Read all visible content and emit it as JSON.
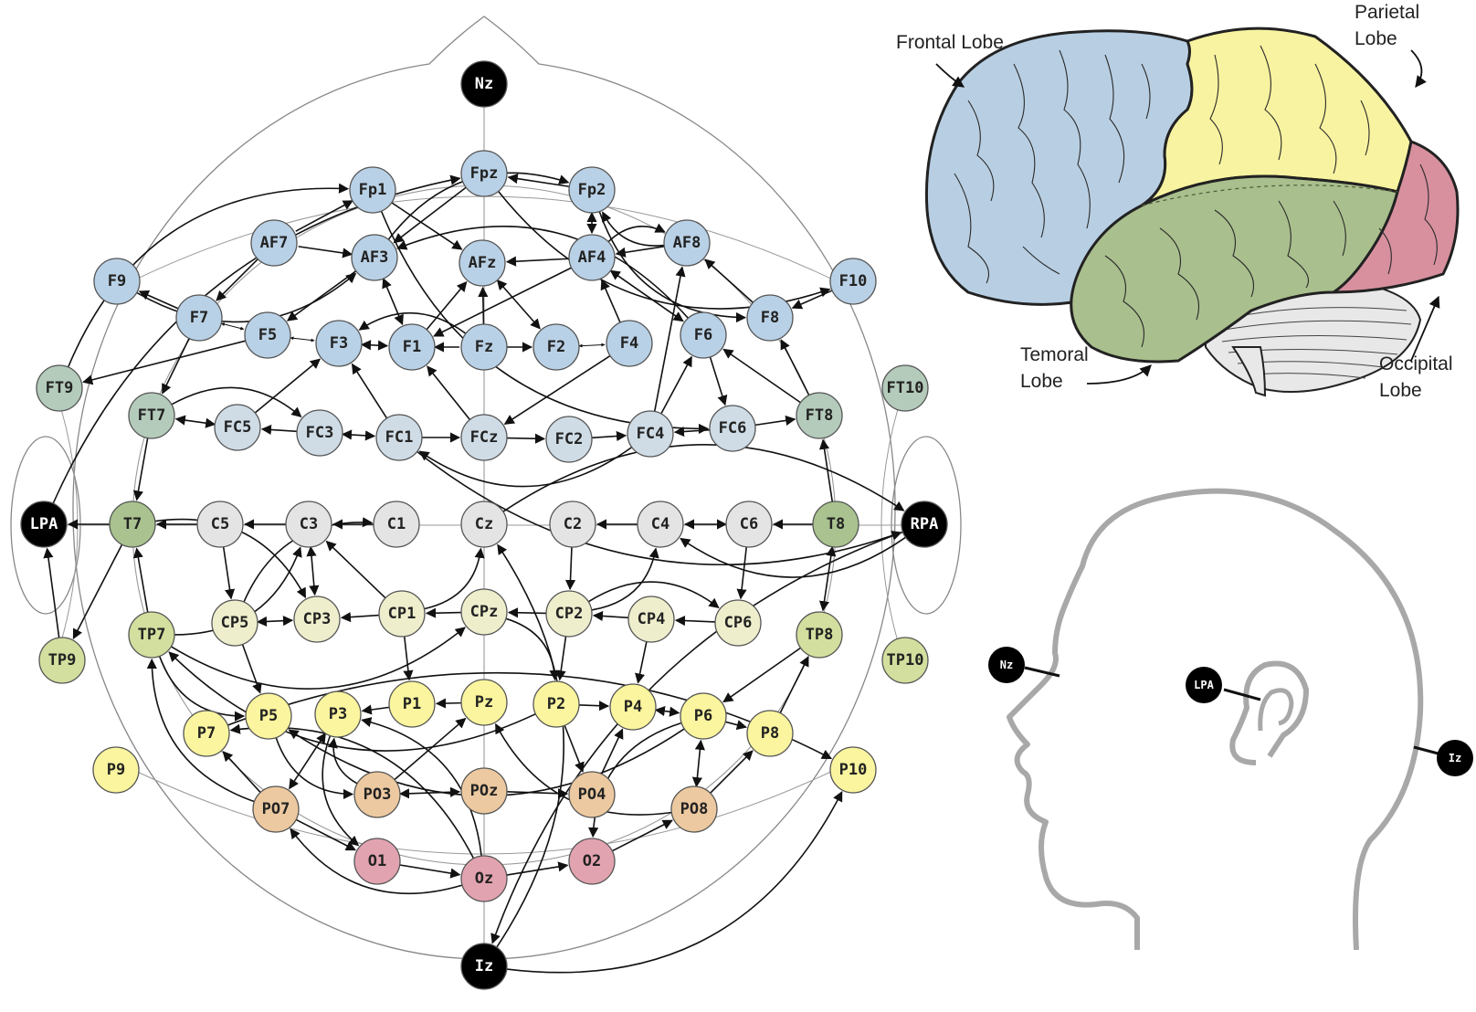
{
  "colors": {
    "frontal": "#b9d1e6",
    "frontal_central": "#cfdce6",
    "temporal": "#b4cbbb",
    "temporal_central": "#a9c28f",
    "central": "#e4e4e4",
    "centro_parietal": "#eeeecd",
    "parietal_temporal": "#d2df9e",
    "parietal": "#faf59e",
    "parieto_occipital": "#ecc9a0",
    "occipital": "#e2a3b0",
    "fiducial": "#000000",
    "brain_frontal": "#b8cfe3",
    "brain_parietal": "#f8f3a0",
    "brain_temporal": "#a9bf8d",
    "brain_occipital": "#d8909e",
    "brain_cerebellum": "#e8e8e8",
    "head_outline": "#a8a8a8"
  },
  "electrodes": [
    {
      "label": "Nz",
      "group": "fiducial"
    },
    {
      "label": "Fpz",
      "group": "frontal"
    },
    {
      "label": "Fp1",
      "group": "frontal"
    },
    {
      "label": "Fp2",
      "group": "frontal"
    },
    {
      "label": "AF7",
      "group": "frontal"
    },
    {
      "label": "AF3",
      "group": "frontal"
    },
    {
      "label": "AFz",
      "group": "frontal"
    },
    {
      "label": "AF4",
      "group": "frontal"
    },
    {
      "label": "AF8",
      "group": "frontal"
    },
    {
      "label": "F9",
      "group": "frontal"
    },
    {
      "label": "F7",
      "group": "frontal"
    },
    {
      "label": "F5",
      "group": "frontal"
    },
    {
      "label": "F3",
      "group": "frontal"
    },
    {
      "label": "F1",
      "group": "frontal"
    },
    {
      "label": "Fz",
      "group": "frontal"
    },
    {
      "label": "F2",
      "group": "frontal"
    },
    {
      "label": "F4",
      "group": "frontal"
    },
    {
      "label": "F6",
      "group": "frontal"
    },
    {
      "label": "F8",
      "group": "frontal"
    },
    {
      "label": "F10",
      "group": "frontal"
    },
    {
      "label": "FT9",
      "group": "temporal"
    },
    {
      "label": "FT7",
      "group": "temporal"
    },
    {
      "label": "FC5",
      "group": "frontal_central"
    },
    {
      "label": "FC3",
      "group": "frontal_central"
    },
    {
      "label": "FC1",
      "group": "frontal_central"
    },
    {
      "label": "FCz",
      "group": "frontal_central"
    },
    {
      "label": "FC2",
      "group": "frontal_central"
    },
    {
      "label": "FC4",
      "group": "frontal_central"
    },
    {
      "label": "FC6",
      "group": "frontal_central"
    },
    {
      "label": "FT8",
      "group": "temporal"
    },
    {
      "label": "FT10",
      "group": "temporal"
    },
    {
      "label": "LPA",
      "group": "fiducial"
    },
    {
      "label": "T7",
      "group": "temporal_central"
    },
    {
      "label": "C5",
      "group": "central"
    },
    {
      "label": "C3",
      "group": "central"
    },
    {
      "label": "C1",
      "group": "central"
    },
    {
      "label": "Cz",
      "group": "central"
    },
    {
      "label": "C2",
      "group": "central"
    },
    {
      "label": "C4",
      "group": "central"
    },
    {
      "label": "C6",
      "group": "central"
    },
    {
      "label": "T8",
      "group": "temporal_central"
    },
    {
      "label": "RPA",
      "group": "fiducial"
    },
    {
      "label": "TP9",
      "group": "parietal_temporal"
    },
    {
      "label": "TP7",
      "group": "parietal_temporal"
    },
    {
      "label": "CP5",
      "group": "centro_parietal"
    },
    {
      "label": "CP3",
      "group": "centro_parietal"
    },
    {
      "label": "CP1",
      "group": "centro_parietal"
    },
    {
      "label": "CPz",
      "group": "centro_parietal"
    },
    {
      "label": "CP2",
      "group": "centro_parietal"
    },
    {
      "label": "CP4",
      "group": "centro_parietal"
    },
    {
      "label": "CP6",
      "group": "centro_parietal"
    },
    {
      "label": "TP8",
      "group": "parietal_temporal"
    },
    {
      "label": "TP10",
      "group": "parietal_temporal"
    },
    {
      "label": "P9",
      "group": "parietal"
    },
    {
      "label": "P7",
      "group": "parietal"
    },
    {
      "label": "P5",
      "group": "parietal"
    },
    {
      "label": "P3",
      "group": "parietal"
    },
    {
      "label": "P1",
      "group": "parietal"
    },
    {
      "label": "Pz",
      "group": "parietal"
    },
    {
      "label": "P2",
      "group": "parietal"
    },
    {
      "label": "P4",
      "group": "parietal"
    },
    {
      "label": "P6",
      "group": "parietal"
    },
    {
      "label": "P8",
      "group": "parietal"
    },
    {
      "label": "P10",
      "group": "parietal"
    },
    {
      "label": "PO7",
      "group": "parieto_occipital"
    },
    {
      "label": "PO3",
      "group": "parieto_occipital"
    },
    {
      "label": "POz",
      "group": "parieto_occipital"
    },
    {
      "label": "PO4",
      "group": "parieto_occipital"
    },
    {
      "label": "PO8",
      "group": "parieto_occipital"
    },
    {
      "label": "O1",
      "group": "occipital"
    },
    {
      "label": "Oz",
      "group": "occipital"
    },
    {
      "label": "O2",
      "group": "occipital"
    },
    {
      "label": "Iz",
      "group": "fiducial"
    }
  ],
  "connections": [
    {
      "from": "F7",
      "to": "F5",
      "style": "double-small"
    },
    {
      "from": "F5",
      "to": "F3",
      "style": "double-small"
    },
    {
      "from": "F3",
      "to": "F1",
      "style": "double"
    },
    {
      "from": "F1",
      "to": "Fz",
      "style": "back"
    },
    {
      "from": "Fz",
      "to": "F2",
      "style": "single"
    },
    {
      "from": "F2",
      "to": "F4",
      "style": "double-small"
    },
    {
      "from": "AF3",
      "to": "F1",
      "style": "double"
    },
    {
      "from": "AF3",
      "to": "F5",
      "style": "single"
    },
    {
      "from": "AF3",
      "to": "AF7",
      "style": "back"
    },
    {
      "from": "AF7",
      "to": "F7",
      "style": "single"
    },
    {
      "from": "F7",
      "to": "F9",
      "style": "single"
    },
    {
      "from": "F7",
      "to": "FT7",
      "style": "single"
    },
    {
      "from": "F5",
      "to": "FT9",
      "style": "single"
    },
    {
      "from": "AF4",
      "to": "AFz",
      "style": "single"
    },
    {
      "from": "AF8",
      "to": "AF4",
      "style": "single"
    },
    {
      "from": "AF4",
      "to": "F1",
      "style": "single"
    },
    {
      "from": "Fp2",
      "to": "AF4",
      "style": "double"
    },
    {
      "from": "Fp2",
      "to": "Fpz",
      "style": "single"
    },
    {
      "from": "Fpz",
      "to": "AF3",
      "style": "single"
    },
    {
      "from": "Fp1",
      "to": "AF7",
      "style": "back"
    },
    {
      "from": "Fp1",
      "to": "AFz",
      "style": "single"
    },
    {
      "from": "AFz",
      "to": "F2",
      "style": "double"
    },
    {
      "from": "Fz",
      "to": "AFz",
      "style": "single"
    },
    {
      "from": "F1",
      "to": "AFz",
      "style": "single"
    },
    {
      "from": "F4",
      "to": "AF4",
      "style": "single"
    },
    {
      "from": "AF4",
      "to": "F6",
      "style": "double"
    },
    {
      "from": "F8",
      "to": "AF8",
      "style": "single"
    },
    {
      "from": "F10",
      "to": "F8",
      "style": "single"
    },
    {
      "from": "F6",
      "to": "FC6",
      "style": "single"
    },
    {
      "from": "FT8",
      "to": "F6",
      "style": "single"
    },
    {
      "from": "FT8",
      "to": "F8",
      "style": "single"
    },
    {
      "from": "FC6",
      "to": "FT8",
      "style": "single"
    },
    {
      "from": "FC4",
      "to": "F6",
      "style": "single"
    },
    {
      "from": "FC6",
      "to": "FC4",
      "style": "single"
    },
    {
      "from": "FC4",
      "to": "AF8",
      "style": "single"
    },
    {
      "from": "FC2",
      "to": "FC4",
      "style": "single"
    },
    {
      "from": "FCz",
      "to": "FC2",
      "style": "single"
    },
    {
      "from": "FC1",
      "to": "FCz",
      "style": "single"
    },
    {
      "from": "FC3",
      "to": "FC1",
      "style": "double"
    },
    {
      "from": "FC3",
      "to": "FC5",
      "style": "single"
    },
    {
      "from": "FC5",
      "to": "FT7",
      "style": "double"
    },
    {
      "from": "FC5",
      "to": "F3",
      "style": "single"
    },
    {
      "from": "FC1",
      "to": "F3",
      "style": "single"
    },
    {
      "from": "FCz",
      "to": "F1",
      "style": "single"
    },
    {
      "from": "F4",
      "to": "FCz",
      "style": "single"
    },
    {
      "from": "T8",
      "to": "C6",
      "style": "single"
    },
    {
      "from": "C6",
      "to": "C4",
      "style": "double"
    },
    {
      "from": "C4",
      "to": "C2",
      "style": "single"
    },
    {
      "from": "C2",
      "to": "CP2",
      "style": "single"
    },
    {
      "from": "C1",
      "to": "C3",
      "style": "single"
    },
    {
      "from": "C3",
      "to": "C5",
      "style": "single"
    },
    {
      "from": "C5",
      "to": "T7",
      "style": "single"
    },
    {
      "from": "T7",
      "to": "LPA",
      "style": "single"
    },
    {
      "from": "FT7",
      "to": "T7",
      "style": "single"
    },
    {
      "from": "C5",
      "to": "CP5",
      "style": "single"
    },
    {
      "from": "C3",
      "to": "CP3",
      "style": "double"
    },
    {
      "from": "CP1",
      "to": "C3",
      "style": "single"
    },
    {
      "from": "CP5",
      "to": "CP3",
      "style": "double"
    },
    {
      "from": "CP1",
      "to": "CP3",
      "style": "single"
    },
    {
      "from": "CPz",
      "to": "CP1",
      "style": "single"
    },
    {
      "from": "CP2",
      "to": "CPz",
      "style": "single"
    },
    {
      "from": "CP4",
      "to": "CP2",
      "style": "single"
    },
    {
      "from": "CP6",
      "to": "CP4",
      "style": "single"
    },
    {
      "from": "C6",
      "to": "CP6",
      "style": "single"
    },
    {
      "from": "T8",
      "to": "TP8",
      "style": "double"
    },
    {
      "from": "T8",
      "to": "FT8",
      "style": "single"
    },
    {
      "from": "CP1",
      "to": "P1",
      "style": "single"
    },
    {
      "from": "CP5",
      "to": "P5",
      "style": "single"
    },
    {
      "from": "CP2",
      "to": "P2",
      "style": "single"
    },
    {
      "from": "CP4",
      "to": "P4",
      "style": "single"
    },
    {
      "from": "P1",
      "to": "P3",
      "style": "single"
    },
    {
      "from": "Pz",
      "to": "P1",
      "style": "single"
    },
    {
      "from": "P2",
      "to": "P4",
      "style": "single"
    },
    {
      "from": "P4",
      "to": "P6",
      "style": "double"
    },
    {
      "from": "P6",
      "to": "P8",
      "style": "single"
    },
    {
      "from": "P8",
      "to": "TP8",
      "style": "single"
    },
    {
      "from": "TP8",
      "to": "P6",
      "style": "single"
    },
    {
      "from": "P2",
      "to": "PO4",
      "style": "single"
    },
    {
      "from": "PO4",
      "to": "P4",
      "style": "single"
    },
    {
      "from": "PO3",
      "to": "POz",
      "style": "double"
    },
    {
      "from": "POz",
      "to": "PO4",
      "style": "single"
    },
    {
      "from": "PO3",
      "to": "Pz",
      "style": "single"
    },
    {
      "from": "P3",
      "to": "PO7",
      "style": "double"
    },
    {
      "from": "PO7",
      "to": "P7",
      "style": "single"
    },
    {
      "from": "PO7",
      "to": "O1",
      "style": "single"
    },
    {
      "from": "O1",
      "to": "Oz",
      "style": "single"
    },
    {
      "from": "Oz",
      "to": "O2",
      "style": "single"
    },
    {
      "from": "O2",
      "to": "PO8",
      "style": "single"
    },
    {
      "from": "PO8",
      "to": "P8",
      "style": "single"
    },
    {
      "from": "PO8",
      "to": "P6",
      "style": "double"
    },
    {
      "from": "TP9",
      "to": "LPA",
      "style": "single"
    },
    {
      "from": "T7",
      "to": "TP9",
      "style": "single"
    },
    {
      "from": "TP7",
      "to": "T7",
      "style": "single"
    },
    {
      "from": "FT9",
      "to": "Fp1",
      "style": "curve"
    },
    {
      "from": "F9",
      "to": "AF3",
      "style": "curve"
    },
    {
      "from": "LPA",
      "to": "Fpz",
      "style": "curve"
    },
    {
      "from": "Fpz",
      "to": "F10",
      "style": "curve"
    },
    {
      "from": "AF8",
      "to": "Fp2",
      "style": "curve"
    },
    {
      "from": "Fp2",
      "to": "F8",
      "style": "curve"
    },
    {
      "from": "AF3",
      "to": "Fp2",
      "style": "curve"
    },
    {
      "from": "Fp1",
      "to": "FC6",
      "style": "curve"
    },
    {
      "from": "AF4",
      "to": "AF8",
      "style": "curve"
    },
    {
      "from": "F6",
      "to": "AF3",
      "style": "curve"
    },
    {
      "from": "FT7",
      "to": "FC3",
      "style": "curve"
    },
    {
      "from": "Fz",
      "to": "F3",
      "style": "curve"
    },
    {
      "from": "FC4",
      "to": "FC1",
      "style": "curve"
    },
    {
      "from": "FC1",
      "to": "RPA",
      "style": "curve"
    },
    {
      "from": "RPA",
      "to": "C4",
      "style": "curve"
    },
    {
      "from": "RPA",
      "to": "Iz",
      "style": "curve"
    },
    {
      "from": "Cz",
      "to": "RPA",
      "style": "curve"
    },
    {
      "from": "Iz",
      "to": "Cz",
      "style": "curve"
    },
    {
      "from": "CP5",
      "to": "C1",
      "style": "curve"
    },
    {
      "from": "TP7",
      "to": "C3",
      "style": "curve"
    },
    {
      "from": "T7",
      "to": "CP3",
      "style": "curve"
    },
    {
      "from": "CP1",
      "to": "Cz",
      "style": "curve"
    },
    {
      "from": "CP2",
      "to": "CP6",
      "style": "curve"
    },
    {
      "from": "CP2",
      "to": "C4",
      "style": "curve"
    },
    {
      "from": "CPz",
      "to": "P2",
      "style": "curve"
    },
    {
      "from": "TP7",
      "to": "CPz",
      "style": "curve"
    },
    {
      "from": "P2",
      "to": "TP7",
      "style": "curve"
    },
    {
      "from": "TP7",
      "to": "P5",
      "style": "curve"
    },
    {
      "from": "P6",
      "to": "P5",
      "style": "curve"
    },
    {
      "from": "P5",
      "to": "PO3",
      "style": "curve"
    },
    {
      "from": "PO3",
      "to": "P3",
      "style": "curve"
    },
    {
      "from": "P3",
      "to": "O1",
      "style": "curve"
    },
    {
      "from": "PO7",
      "to": "TP7",
      "style": "curve"
    },
    {
      "from": "Oz",
      "to": "P3",
      "style": "curve"
    },
    {
      "from": "Oz",
      "to": "PO7",
      "style": "curve"
    },
    {
      "from": "Oz",
      "to": "P7",
      "style": "curve"
    },
    {
      "from": "PO8",
      "to": "Pz",
      "style": "curve"
    },
    {
      "from": "P6",
      "to": "O2",
      "style": "curve"
    },
    {
      "from": "P7",
      "to": "P10",
      "style": "curve"
    },
    {
      "from": "Iz",
      "to": "P10",
      "style": "curve"
    }
  ],
  "brain": {
    "frontal_label": "Frontal Lobe",
    "parietal_label_line1": "Parietal",
    "parietal_label_line2": "Lobe",
    "temporal_label_line1": "Temoral",
    "temporal_label_line2": "Lobe",
    "occipital_label_line1": "Occipital",
    "occipital_label_line2": "Lobe"
  },
  "head_profile": {
    "nz_label": "Nz",
    "lpa_label": "LPA",
    "iz_label": "Iz"
  }
}
